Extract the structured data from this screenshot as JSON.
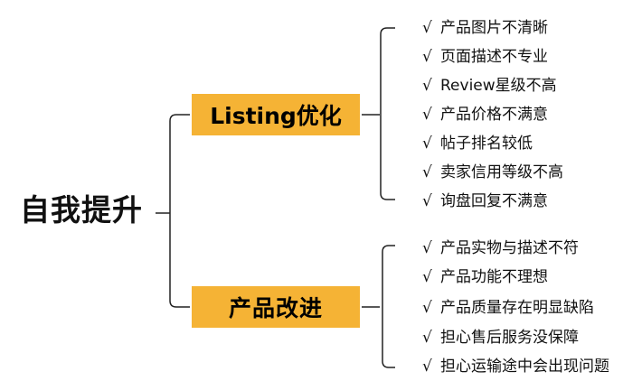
{
  "root": {
    "label": "自我提升"
  },
  "branches": [
    {
      "label": "Listing优化",
      "items": [
        "产品图片不清晰",
        "页面描述不专业",
        "Review星级不高",
        "产品价格不满意",
        "帖子排名较低",
        "卖家信用等级不高",
        "询盘回复不满意"
      ]
    },
    {
      "label": "产品改进",
      "items": [
        "产品实物与描述不符",
        "产品功能不理想",
        "产品质量存在明显缺陷",
        "担心售后服务没保障",
        "担心运输途中会出现问题"
      ]
    }
  ],
  "check_glyph": "√",
  "colors": {
    "box": "#f5b335",
    "line": "#222222",
    "text": "#111111"
  }
}
